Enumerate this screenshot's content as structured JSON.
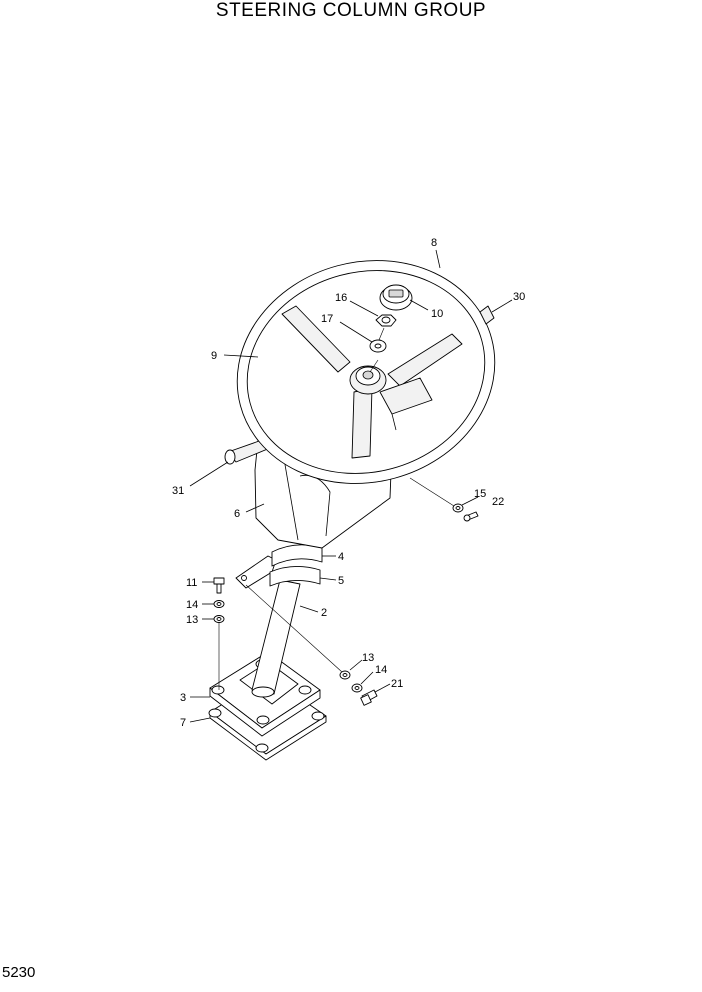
{
  "title": "STEERING COLUMN GROUP",
  "page_number": "5230",
  "callouts": {
    "c8": "8",
    "c30": "30",
    "c16": "16",
    "c17": "17",
    "c10": "10",
    "c9": "9",
    "c31": "31",
    "c6": "6",
    "c15": "15",
    "c22": "22",
    "c4": "4",
    "c5": "5",
    "c11": "11",
    "c14a": "14",
    "c13a": "13",
    "c2": "2",
    "c13b": "13",
    "c14b": "14",
    "c21": "21",
    "c3": "3",
    "c7": "7"
  }
}
